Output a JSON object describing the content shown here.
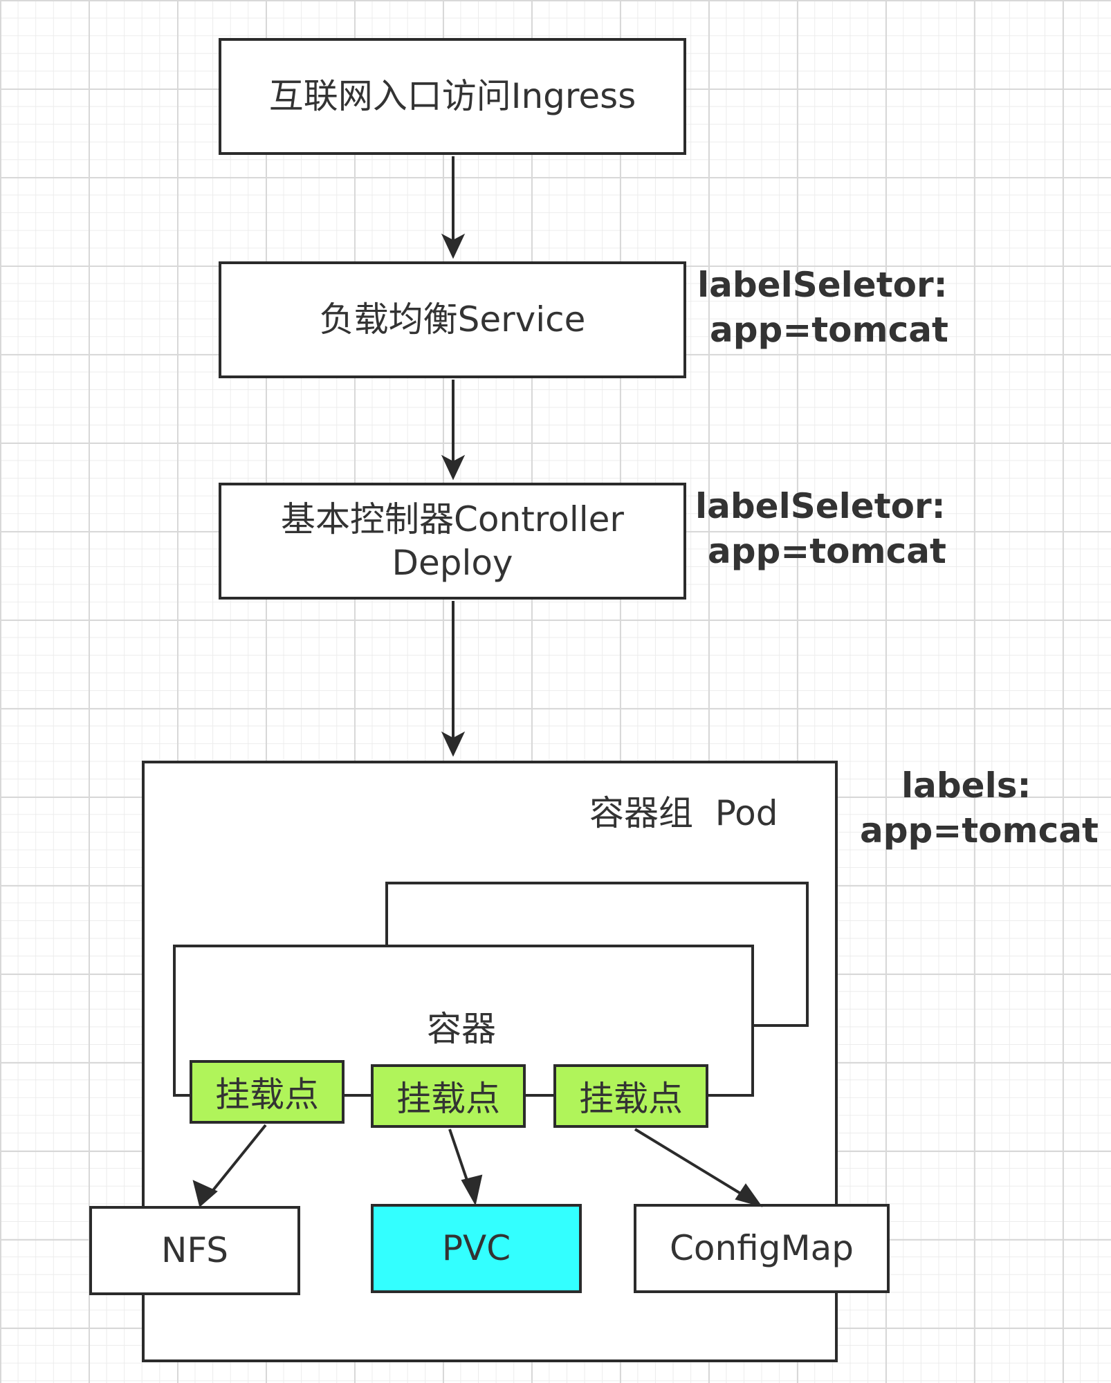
{
  "nodes": {
    "ingress": "互联网入口访问Ingress",
    "service": "负载均衡Service",
    "controller_line1": "基本控制器Controller",
    "controller_line2": "Deploy",
    "pod": "容器组  Pod",
    "container": "容器",
    "mount_point": "挂载点",
    "nfs": "NFS",
    "pvc": "PVC",
    "configmap": "ConfigMap"
  },
  "annotations": {
    "service_selector_line1": "labelSeletor:",
    "service_selector_line2": "app=tomcat",
    "controller_selector_line1": "labelSeletor:",
    "controller_selector_line2": "app=tomcat",
    "pod_labels_line1": "labels:",
    "pod_labels_line2": "app=tomcat"
  },
  "colors": {
    "mount_fill": "#b0f45a",
    "pvc_fill": "#33ffff",
    "stroke": "#2b2b2b",
    "grid": "#d8d8d8"
  }
}
